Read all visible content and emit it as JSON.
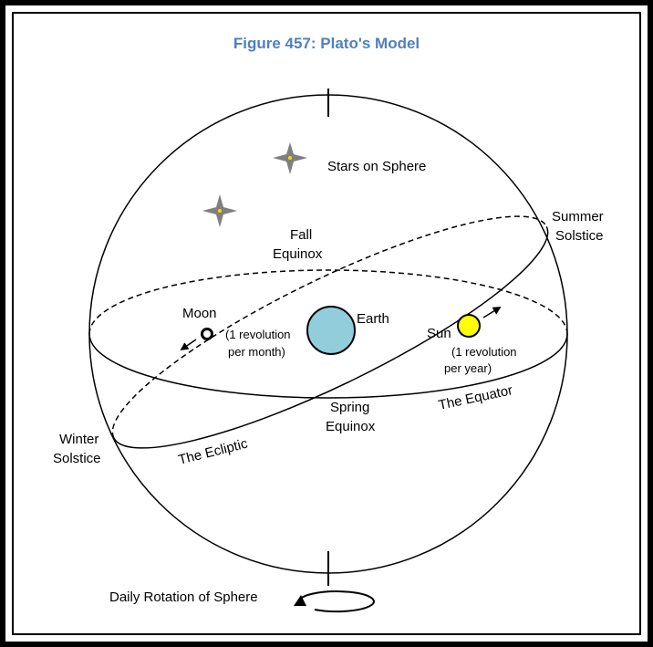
{
  "title": "Figure 457: Plato's Model",
  "colors": {
    "title": "#4f81bd",
    "earth": "#92cddc",
    "sun": "#ffff00",
    "star": "#7f7f7f",
    "star_center": "#ffd700"
  },
  "labels": {
    "stars": "Stars on Sphere",
    "fall_equinox_1": "Fall",
    "fall_equinox_2": "Equinox",
    "summer_solstice_1": "Summer",
    "summer_solstice_2": "Solstice",
    "moon": "Moon",
    "moon_rev_1": "(1 revolution",
    "moon_rev_2": "per month)",
    "earth": "Earth",
    "sun": "Sun",
    "sun_rev_1": "(1 revolution",
    "sun_rev_2": "per year)",
    "spring_equinox_1": "Spring",
    "spring_equinox_2": "Equinox",
    "equator": "The Equator",
    "winter_solstice_1": "Winter",
    "winter_solstice_2": "Solstice",
    "ecliptic": "The Ecliptic",
    "daily_rotation": "Daily Rotation of Sphere"
  }
}
